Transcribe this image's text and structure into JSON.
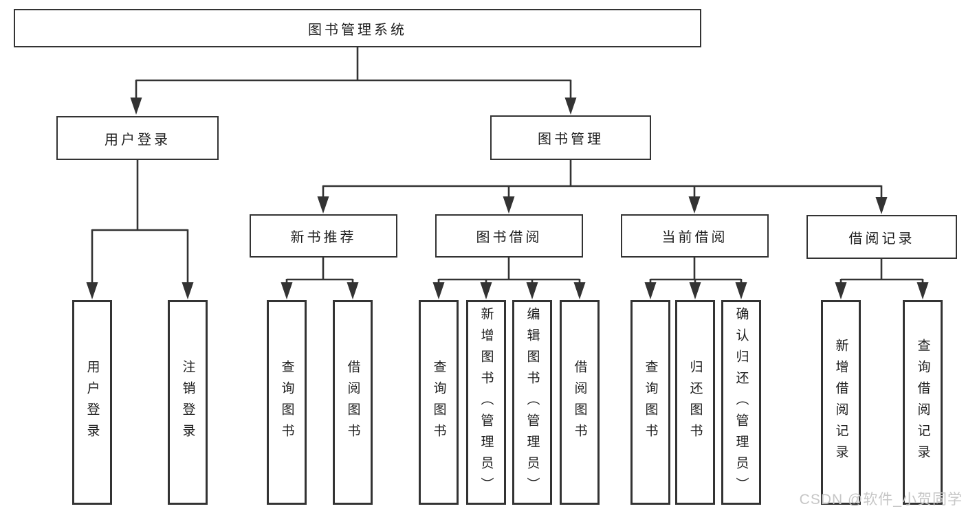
{
  "diagram": {
    "title": "图书管理系统",
    "nodes": {
      "root": "图书管理系统",
      "user_login": "用户登录",
      "book_management": "图书管理",
      "new_book_recommend": "新书推荐",
      "book_borrowing": "图书借阅",
      "current_borrowing": "当前借阅",
      "borrowing_records": "借阅记录",
      "leaf_user_login": "用户登录",
      "leaf_logout": "注销登录",
      "leaf_nbr_query_books": "查询图书",
      "leaf_nbr_borrow_books": "借阅图书",
      "leaf_bb_query_books": "查询图书",
      "leaf_bb_add_books_admin": "新增图书（管理员）",
      "leaf_bb_edit_books_admin": "编辑图书（管理员）",
      "leaf_bb_borrow_books": "借阅图书",
      "leaf_cb_query_books": "查询图书",
      "leaf_cb_return_books": "归还图书",
      "leaf_cb_confirm_return_admin": "确认归还（管理员）",
      "leaf_br_add_record": "新增借阅记录",
      "leaf_br_query_record": "查询借阅记录"
    },
    "colors": {
      "line": "#333333",
      "text": "#1e1e1e",
      "background": "#ffffff",
      "watermark": "#c6c6c6"
    }
  },
  "watermark": "CSDN @软件_小贺同学"
}
